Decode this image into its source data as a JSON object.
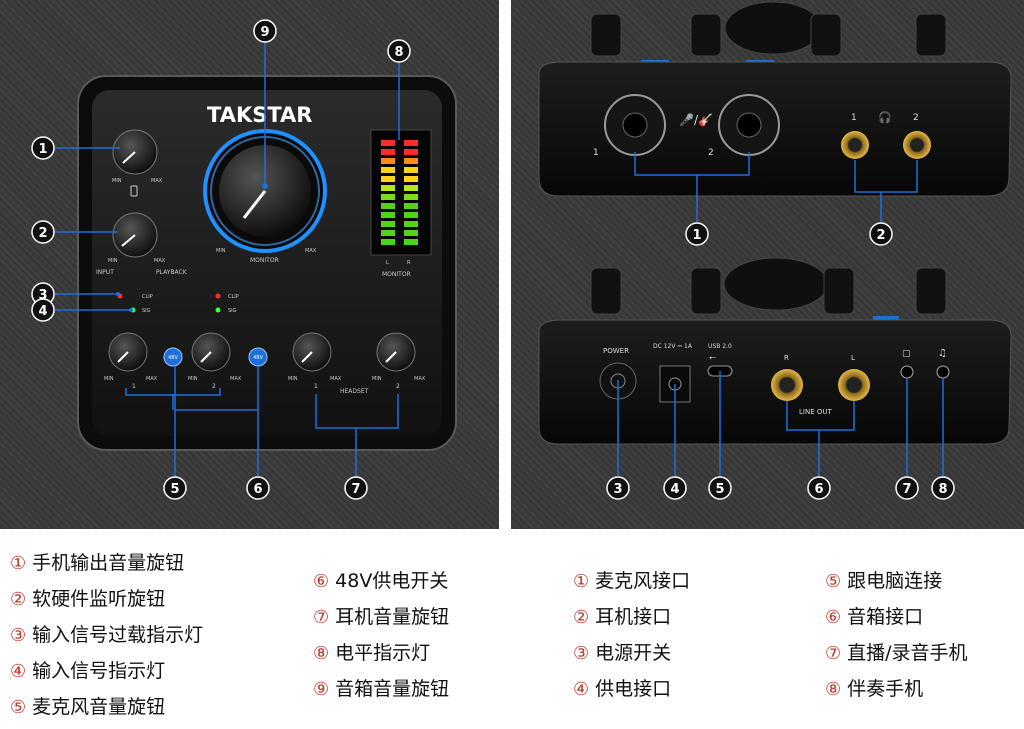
{
  "device": {
    "brand": "TAKSTAR",
    "top_labels": {
      "min": "MIN",
      "max": "MAX",
      "phone_icon": "phone-icon",
      "input": "INPUT",
      "playback": "PLAYBACK",
      "clip": "CLIP",
      "sig": "SIG",
      "monitor": "MONITOR",
      "level_l": "L",
      "level_r": "R",
      "phantom": "48V",
      "ch1": "1",
      "ch2": "2",
      "headset": "HEADSET"
    },
    "rear_labels": {
      "power": "POWER",
      "dc": "DC 12V ⎓ 1A",
      "usb": "USB 2.0",
      "line_out": "LINE OUT",
      "r": "R",
      "l": "L",
      "ch1": "1",
      "ch2": "2",
      "hp1": "1",
      "hp2": "2"
    }
  },
  "callouts_top": [
    "1",
    "2",
    "3",
    "4",
    "5",
    "6",
    "7",
    "8",
    "9"
  ],
  "callouts_front": [
    "1",
    "2"
  ],
  "callouts_back": [
    "3",
    "4",
    "5",
    "6",
    "7",
    "8"
  ],
  "legend_columns": [
    [
      {
        "n": "①",
        "text": "手机输出音量旋钮"
      },
      {
        "n": "②",
        "text": "软硬件监听旋钮"
      },
      {
        "n": "③",
        "text": "输入信号过载指示灯"
      },
      {
        "n": "④",
        "text": "输入信号指示灯"
      },
      {
        "n": "⑤",
        "text": "麦克风音量旋钮"
      }
    ],
    [
      {
        "n": "⑥",
        "text": "48V供电开关"
      },
      {
        "n": "⑦",
        "text": "耳机音量旋钮"
      },
      {
        "n": "⑧",
        "text": "电平指示灯"
      },
      {
        "n": "⑨",
        "text": "音箱音量旋钮"
      }
    ],
    [
      {
        "n": "①",
        "text": "麦克风接口"
      },
      {
        "n": "②",
        "text": "耳机接口"
      },
      {
        "n": "③",
        "text": "电源开关"
      },
      {
        "n": "④",
        "text": "供电接口"
      }
    ],
    [
      {
        "n": "⑤",
        "text": "跟电脑连接"
      },
      {
        "n": "⑥",
        "text": "音箱接口"
      },
      {
        "n": "⑦",
        "text": "直播/录音手机"
      },
      {
        "n": "⑧",
        "text": "伴奏手机"
      }
    ]
  ],
  "colors": {
    "accent_blue": "#1e6fd9",
    "callout": "#111111",
    "legend_num": "#c0392b"
  }
}
